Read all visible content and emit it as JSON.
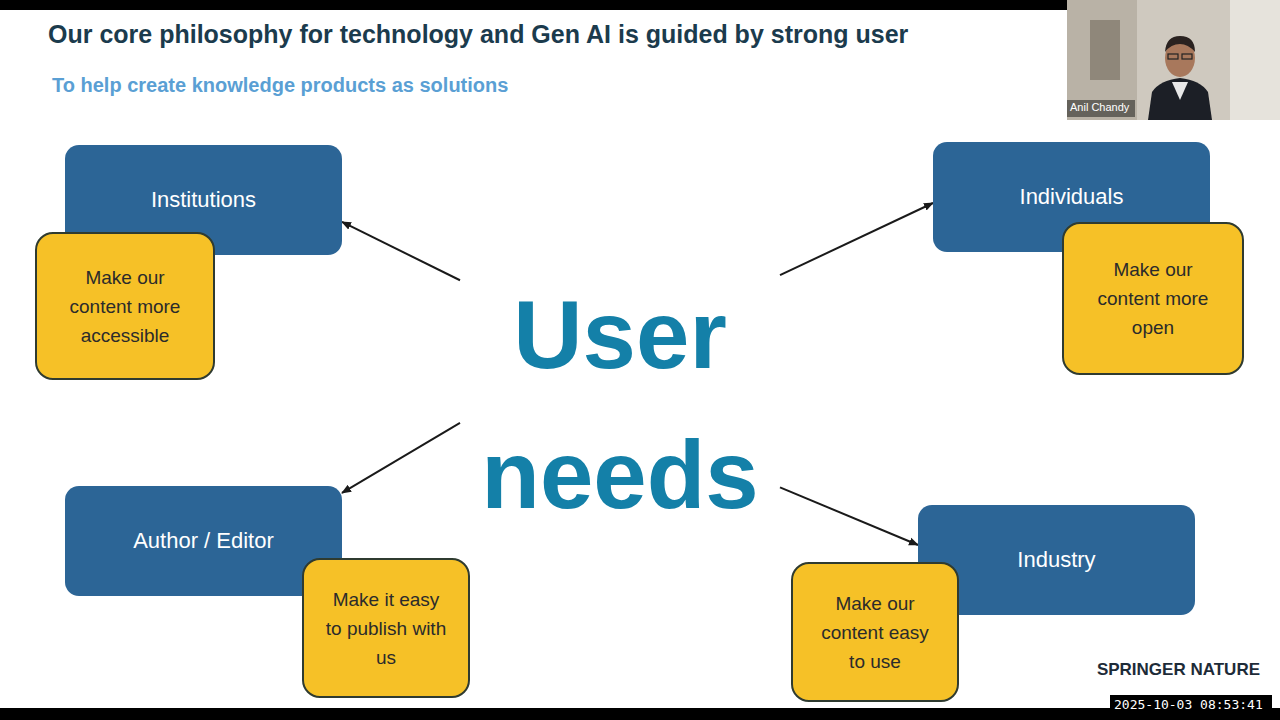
{
  "diagram": {
    "title": "Our core philosophy for technology and Gen AI is guided by strong user",
    "nodes": [
      {
        "text": [
          "Institutions"
        ]
      },
      {
        "text": [
          "Make our content more accessible"
        ]
      },
      {
        "text": [
          "User needs"
        ]
      },
      {
        "text": [
          "Individuals"
        ]
      },
      {
        "text": [
          "Make our content more open"
        ]
      },
      {
        "text": [
          "Author / Editor"
        ]
      },
      {
        "text": [
          "Make it easy to publish with us"
        ]
      },
      {
        "text": [
          "Industry"
        ]
      },
      {
        "text": [
          "Make our content easy to use"
        ]
      }
    ],
    "edges": [
      {
        "from": 2,
        "to": 0,
        "arrow": "to"
      },
      {
        "from": 2,
        "to": 3,
        "arrow": "to"
      },
      {
        "from": 2,
        "to": 5,
        "arrow": "to"
      },
      {
        "from": 2,
        "to": 7,
        "arrow": "to"
      }
    ],
    "labels": [
      "To help create knowledge products as solutions",
      "SPRINGER NATURE",
      "Anil Chandy",
      "2025-10-03 08:53:41"
    ]
  }
}
